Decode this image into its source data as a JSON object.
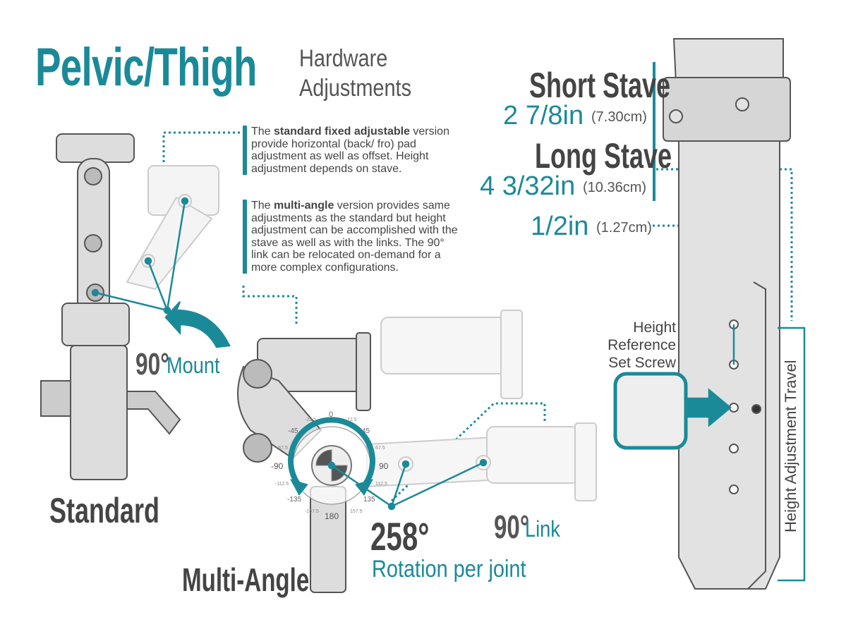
{
  "title": "Pelvic/Thigh",
  "subtitle": [
    "Hardware",
    "Adjustments"
  ],
  "descriptions": {
    "standard": {
      "pre": "The ",
      "bold": "standard fixed adjustable",
      "post": " version provide horizontal (back/ fro) pad adjustment as well as offset. Height adjustment depends on stave."
    },
    "multi": {
      "pre": "The ",
      "bold": "multi-angle",
      "post": " version provides same adjustments as the standard but height adjustment can be accomplished with the stave as well as with the links. The 90° link can be relocated on-demand for a more complex configurations."
    }
  },
  "labels": {
    "standard": "Standard",
    "multi_angle": "Multi-Angle",
    "mount_deg": "90°",
    "mount_word": "Mount",
    "link_deg": "90°",
    "link_word": "Link",
    "rotation_value": "258°",
    "rotation_text": "Rotation per joint"
  },
  "dial_ticks": [
    "0",
    "22.5",
    "-22.5",
    "45",
    "-45",
    "67.5",
    "-67.5",
    "90",
    "-90",
    "112.5",
    "-112.5",
    "135",
    "-135",
    "157.5",
    "-157.5",
    "180"
  ],
  "stave": {
    "short_title": "Short Stave",
    "short_in": "2 7/8in",
    "short_cm": "(7.30cm)",
    "long_title": "Long Stave",
    "long_in": "4 3/32in",
    "long_cm": "(10.36cm)",
    "step_in": "1/2in",
    "step_cm": "(1.27cm)",
    "set_screw": [
      "Height",
      "Reference",
      "Set Screw"
    ],
    "travel": "Height Adjustment Travel"
  },
  "colors": {
    "accent": "#1b8a98",
    "text": "#444444"
  }
}
